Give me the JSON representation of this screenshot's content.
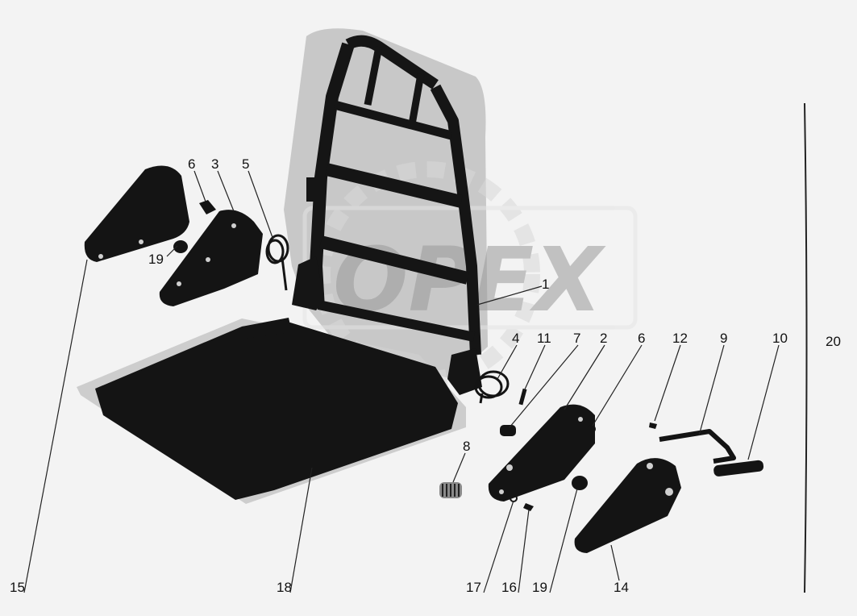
{
  "watermark": {
    "text": "OPEX"
  },
  "callouts": {
    "c1": "1",
    "c2": "2",
    "c3": "3",
    "c4": "4",
    "c5": "5",
    "c6a": "6",
    "c6b": "6",
    "c7": "7",
    "c8": "8",
    "c9": "9",
    "c10": "10",
    "c11": "11",
    "c12": "12",
    "c14": "14",
    "c15": "15",
    "c16": "16",
    "c17": "17",
    "c18": "18",
    "c19a": "19",
    "c19b": "19",
    "c20": "20"
  },
  "colors": {
    "part": "#141414",
    "shadow": "#c9c9c9",
    "line": "#222222",
    "background": "#f3f3f3"
  }
}
